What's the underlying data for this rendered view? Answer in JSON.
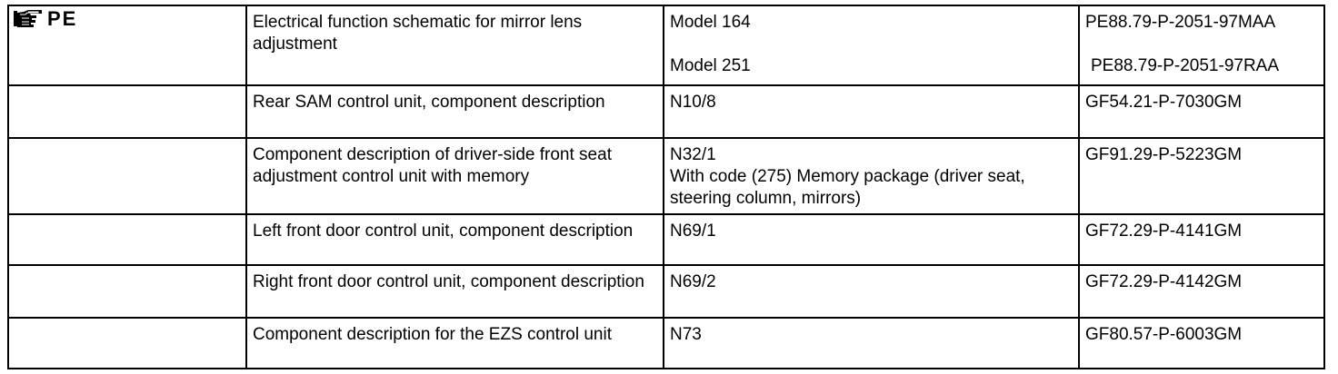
{
  "header": {
    "icon": "pointing-hand-icon",
    "label": "PE"
  },
  "rows": [
    {
      "description": "Electrical function schematic for mirror lens adjustment",
      "designations": [
        "Model 164",
        "Model 251"
      ],
      "documents": [
        "PE88.79-P-2051-97MAA",
        "PE88.79-P-2051-97RAA"
      ]
    },
    {
      "description": "Rear SAM control unit, component description",
      "designation": "N10/8",
      "document": "GF54.21-P-7030GM"
    },
    {
      "description": "Component description of driver-side front seat adjustment control unit with memory",
      "designation": "N32/1",
      "designation_note": "With code (275) Memory package (driver seat, steering column, mirrors)",
      "document": "GF91.29-P-5223GM"
    },
    {
      "description": "Left front door control unit, component description",
      "designation": "N69/1",
      "document": "GF72.29-P-4141GM"
    },
    {
      "description": "Right front door control unit, component description",
      "designation": "N69/2",
      "document": "GF72.29-P-4142GM"
    },
    {
      "description": "Component description for the EZS control unit",
      "designation": "N73",
      "document": "GF80.57-P-6003GM"
    }
  ]
}
